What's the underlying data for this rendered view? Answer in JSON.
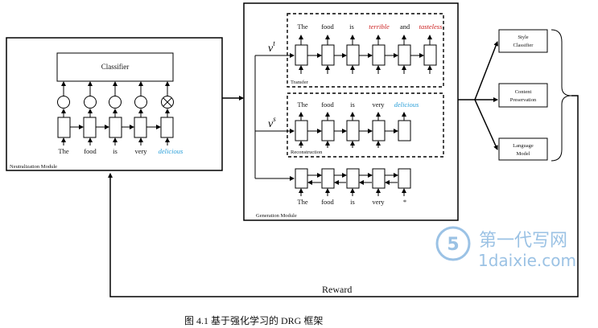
{
  "neutralization": {
    "module_label": "Neutralization Module",
    "classifier_label": "Classifier",
    "tokens": [
      "The",
      "food",
      "is",
      "very",
      "delicious"
    ]
  },
  "generation": {
    "module_label": "Generation Module",
    "vt_label": "v",
    "vt_sup": "t",
    "vs_label": "v",
    "vs_sup": "s",
    "transfer_label": "Transfer",
    "transfer_tokens": [
      "The",
      "food",
      "is",
      "terrible",
      "and",
      "tasteless"
    ],
    "reconstruction_label": "Reconstruction",
    "reconstruction_tokens": [
      "The",
      "food",
      "is",
      "very",
      "delicious"
    ],
    "bottom_tokens": [
      "The",
      "food",
      "is",
      "very",
      "*"
    ]
  },
  "evaluators": {
    "style": [
      "Style",
      "Classifier"
    ],
    "content": [
      "Content",
      "Preservation"
    ],
    "language": [
      "Language",
      "Model"
    ]
  },
  "reward_label": "Reward",
  "caption": "图  4.1  基于强化学习的 DRG 框架",
  "watermark": {
    "cn": "第一代写网",
    "en": "1daixie.com"
  },
  "colors": {
    "red_token": "#cc2222",
    "blue_token": "#2a9fd8",
    "watermark": "#7aaedc"
  }
}
